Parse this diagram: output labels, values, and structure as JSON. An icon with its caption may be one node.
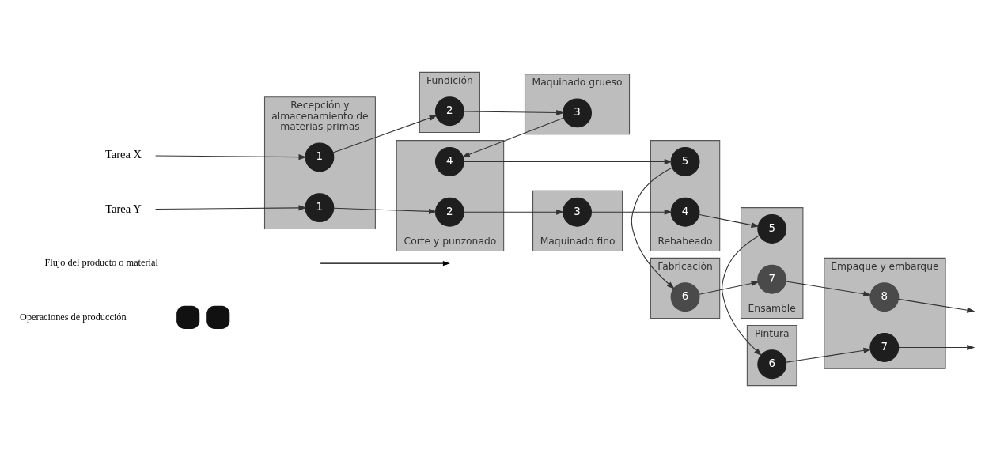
{
  "diagram": {
    "nodes": [
      {
        "text": [
          "Tarea X"
        ]
      },
      {
        "text": [
          "Tarea Y"
        ]
      },
      {
        "text": [
          "Recepción y almacenamiento de materias primas"
        ]
      },
      {
        "text": [
          "1"
        ],
        "in": 2
      },
      {
        "text": [
          "1"
        ],
        "in": 2
      },
      {
        "text": [
          "Fundición"
        ]
      },
      {
        "text": [
          "2"
        ],
        "in": 5
      },
      {
        "text": [
          "Corte y punzonado"
        ]
      },
      {
        "text": [
          "4"
        ],
        "in": 7
      },
      {
        "text": [
          "2"
        ],
        "in": 7
      },
      {
        "text": [
          "Maquinado grueso"
        ]
      },
      {
        "text": [
          "3"
        ],
        "in": 10
      },
      {
        "text": [
          "Maquinado fino"
        ]
      },
      {
        "text": [
          "3"
        ],
        "in": 12
      },
      {
        "text": [
          "Fabricación"
        ]
      },
      {
        "text": [
          "6"
        ],
        "in": 14
      },
      {
        "text": [
          "Rebabeado"
        ]
      },
      {
        "text": [
          "5"
        ],
        "in": 16
      },
      {
        "text": [
          "4"
        ],
        "in": 16
      },
      {
        "text": [
          "Pintura"
        ]
      },
      {
        "text": [
          "6"
        ],
        "in": 19
      },
      {
        "text": [
          "Ensamble"
        ]
      },
      {
        "text": [
          "5"
        ],
        "in": 21
      },
      {
        "text": [
          "7"
        ],
        "in": 21
      },
      {
        "text": [
          "Empaque y embarque"
        ]
      },
      {
        "text": [
          "7"
        ],
        "in": 24
      },
      {
        "text": [
          "8"
        ],
        "in": 24
      }
    ],
    "edges": [
      {
        "from": 0,
        "to": 3,
        "arrow": "to"
      },
      {
        "from": 3,
        "to": 6,
        "arrow": "to"
      },
      {
        "from": 6,
        "to": 11,
        "arrow": "to"
      },
      {
        "from": 11,
        "to": 8,
        "arrow": "to"
      },
      {
        "from": 8,
        "to": 17,
        "arrow": "to"
      },
      {
        "from": 17,
        "to": 15,
        "arrow": "to"
      },
      {
        "from": 15,
        "to": 23,
        "arrow": "to"
      },
      {
        "from": 23,
        "to": 26,
        "arrow": "to"
      },
      {
        "from": 26,
        "to": null,
        "arrow": "to"
      },
      {
        "from": 1,
        "to": 4,
        "arrow": "to"
      },
      {
        "from": 4,
        "to": 9,
        "arrow": "to"
      },
      {
        "from": 9,
        "to": 13,
        "arrow": "to"
      },
      {
        "from": 13,
        "to": 18,
        "arrow": "to"
      },
      {
        "from": 18,
        "to": 22,
        "arrow": "to"
      },
      {
        "from": 22,
        "to": 20,
        "arrow": "to"
      },
      {
        "from": 20,
        "to": 25,
        "arrow": "to"
      },
      {
        "from": 25,
        "to": null,
        "arrow": "to"
      }
    ],
    "legend": [
      {
        "text": "Flujo del producto o material"
      },
      {
        "text": "Operaciones de producción"
      }
    ]
  }
}
